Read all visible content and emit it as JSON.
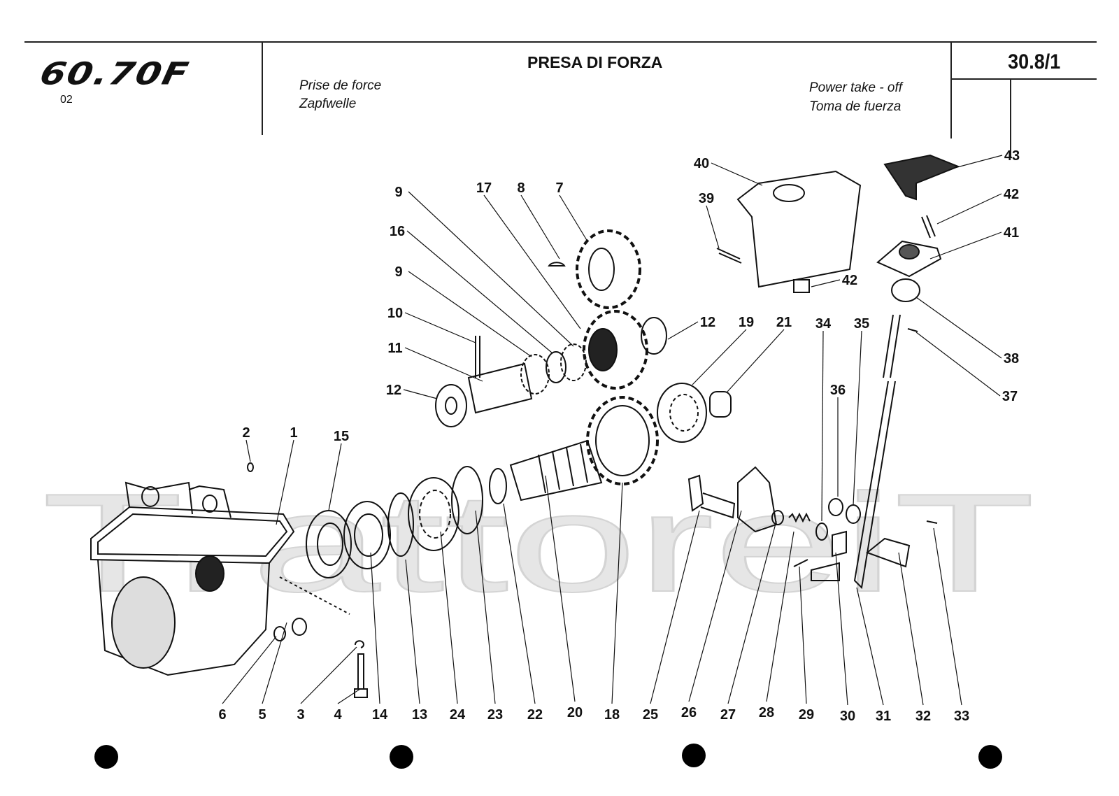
{
  "header": {
    "logo": "60.70F",
    "logo_sub": "02",
    "title": "PRESA DI FORZA",
    "subtitle_fr": "Prise de force",
    "subtitle_de": "Zapfwelle",
    "subtitle_en": "Power take - off",
    "subtitle_es": "Toma de fuerza",
    "page_number": "30.8/1"
  },
  "watermark": "TrattoreiT",
  "callouts": [
    "6",
    "5",
    "3",
    "4",
    "14",
    "13",
    "24",
    "23",
    "22",
    "20",
    "18",
    "25",
    "26",
    "27",
    "28",
    "29",
    "30",
    "31",
    "32",
    "33",
    "2",
    "1",
    "15",
    "12",
    "11",
    "10",
    "9",
    "16",
    "9",
    "17",
    "8",
    "7",
    "12",
    "19",
    "21",
    "34",
    "35",
    "36",
    "40",
    "39",
    "42",
    "43",
    "42",
    "41",
    "38",
    "37"
  ]
}
